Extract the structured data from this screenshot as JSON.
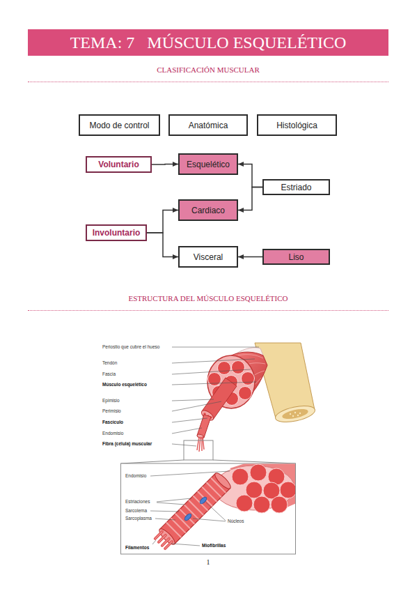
{
  "diagram": {
    "title": "TEMA: 7   MÚSCULO ESQUELÉTICO",
    "nodes": [
      {
        "text": [
          "Modo de control"
        ]
      },
      {
        "text": [
          "Anatómica"
        ]
      },
      {
        "text": [
          "Histológica"
        ]
      },
      {
        "text": [
          "Voluntario"
        ]
      },
      {
        "text": [
          "Esquelético"
        ]
      },
      {
        "text": [
          "Estriado"
        ]
      },
      {
        "text": [
          "Cardiaco"
        ]
      },
      {
        "text": [
          "Involuntario"
        ]
      },
      {
        "text": [
          "Visceral"
        ]
      },
      {
        "text": [
          "Liso"
        ]
      }
    ],
    "edges": [
      {
        "from": 3,
        "to": 4,
        "arrow": "to"
      },
      {
        "from": 5,
        "to": 4,
        "arrow": "to"
      },
      {
        "from": 5,
        "to": 6,
        "arrow": "to"
      },
      {
        "from": 7,
        "to": 6,
        "arrow": "to"
      },
      {
        "from": 7,
        "to": 8,
        "arrow": "to"
      },
      {
        "from": 9,
        "to": 8,
        "arrow": "to"
      }
    ],
    "labels": [
      "CLASIFICACIÓN MUSCULAR",
      "ESTRUCTURA DEL MÚSCULO ESQUELÉTICO",
      "Periostio que cubre el hueso",
      "Tendón",
      "Fascia",
      "Músculo esquelético",
      "Epimisio",
      "Perimisio",
      "Fascículo",
      "Endomisio",
      "Fibra (célula) muscular",
      "Endomisio",
      "Estriaciones",
      "Sarcolema",
      "Sarcoplasma",
      "Núcleos",
      "Filamentos",
      "Miofibrillas",
      "1"
    ]
  }
}
